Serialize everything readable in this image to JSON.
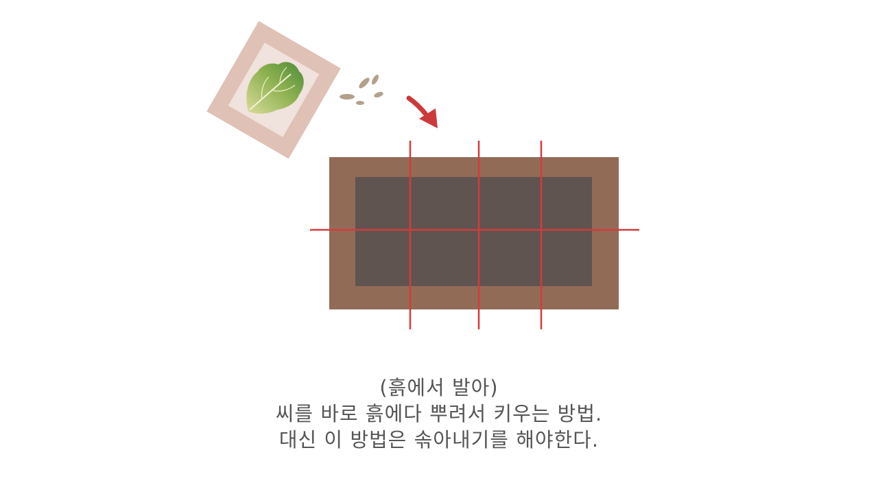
{
  "diagram": {
    "seed_packet_icon": "lettuce-seed-packet-icon",
    "seeds_icon": "seeds-icon",
    "arrow_icon": "curved-arrow-icon",
    "planter_icon": "planter-box-icon",
    "colors": {
      "packet": "#dfc1b6",
      "packet_inner": "#f0e2dc",
      "seed": "#b3a08c",
      "arrow": "#cd3a3a",
      "planter_frame": "#926b57",
      "soil": "#5f544f",
      "grid_lines": "#d63a3a"
    }
  },
  "caption": {
    "line1": "(흙에서 발아)",
    "line2": "씨를 바로 흙에다 뿌려서 키우는 방법.",
    "line3": "대신 이 방법은 솎아내기를 해야한다."
  }
}
